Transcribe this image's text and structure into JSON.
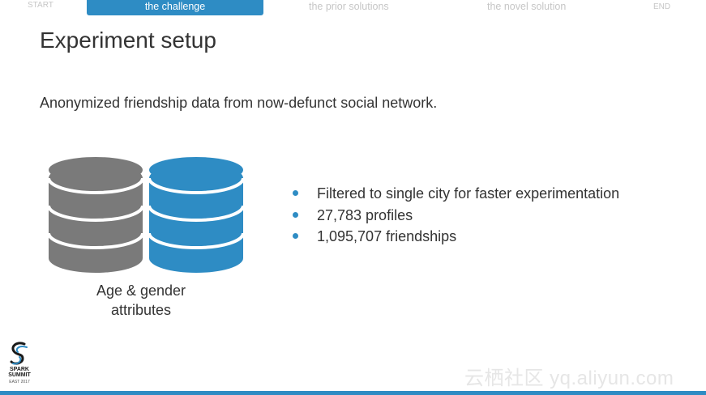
{
  "nav": {
    "start": "START",
    "active": "the challenge",
    "prior": "the prior solutions",
    "novel": "the novel solution",
    "end": "END"
  },
  "title": "Experiment setup",
  "subtitle": "Anonymized friendship data from now-defunct social network.",
  "database": {
    "caption_line1": "Age & gender",
    "caption_line2": "attributes",
    "gray_color": "#7a7a7a",
    "blue_color": "#2e8cc4",
    "icon": "database-icon"
  },
  "bullets": [
    "Filtered to single city for faster experimentation",
    "27,783 profiles",
    "1,095,707 friendships"
  ],
  "logo": {
    "line1": "SPARK",
    "line2": "SUMMIT",
    "line3": "EAST 2017",
    "icon": "spark-summit-logo"
  },
  "watermark": "云栖社区 yq.aliyun.com",
  "colors": {
    "accent": "#2e8cc4",
    "text": "#333333",
    "nav_inactive": "#c6c6c6"
  }
}
